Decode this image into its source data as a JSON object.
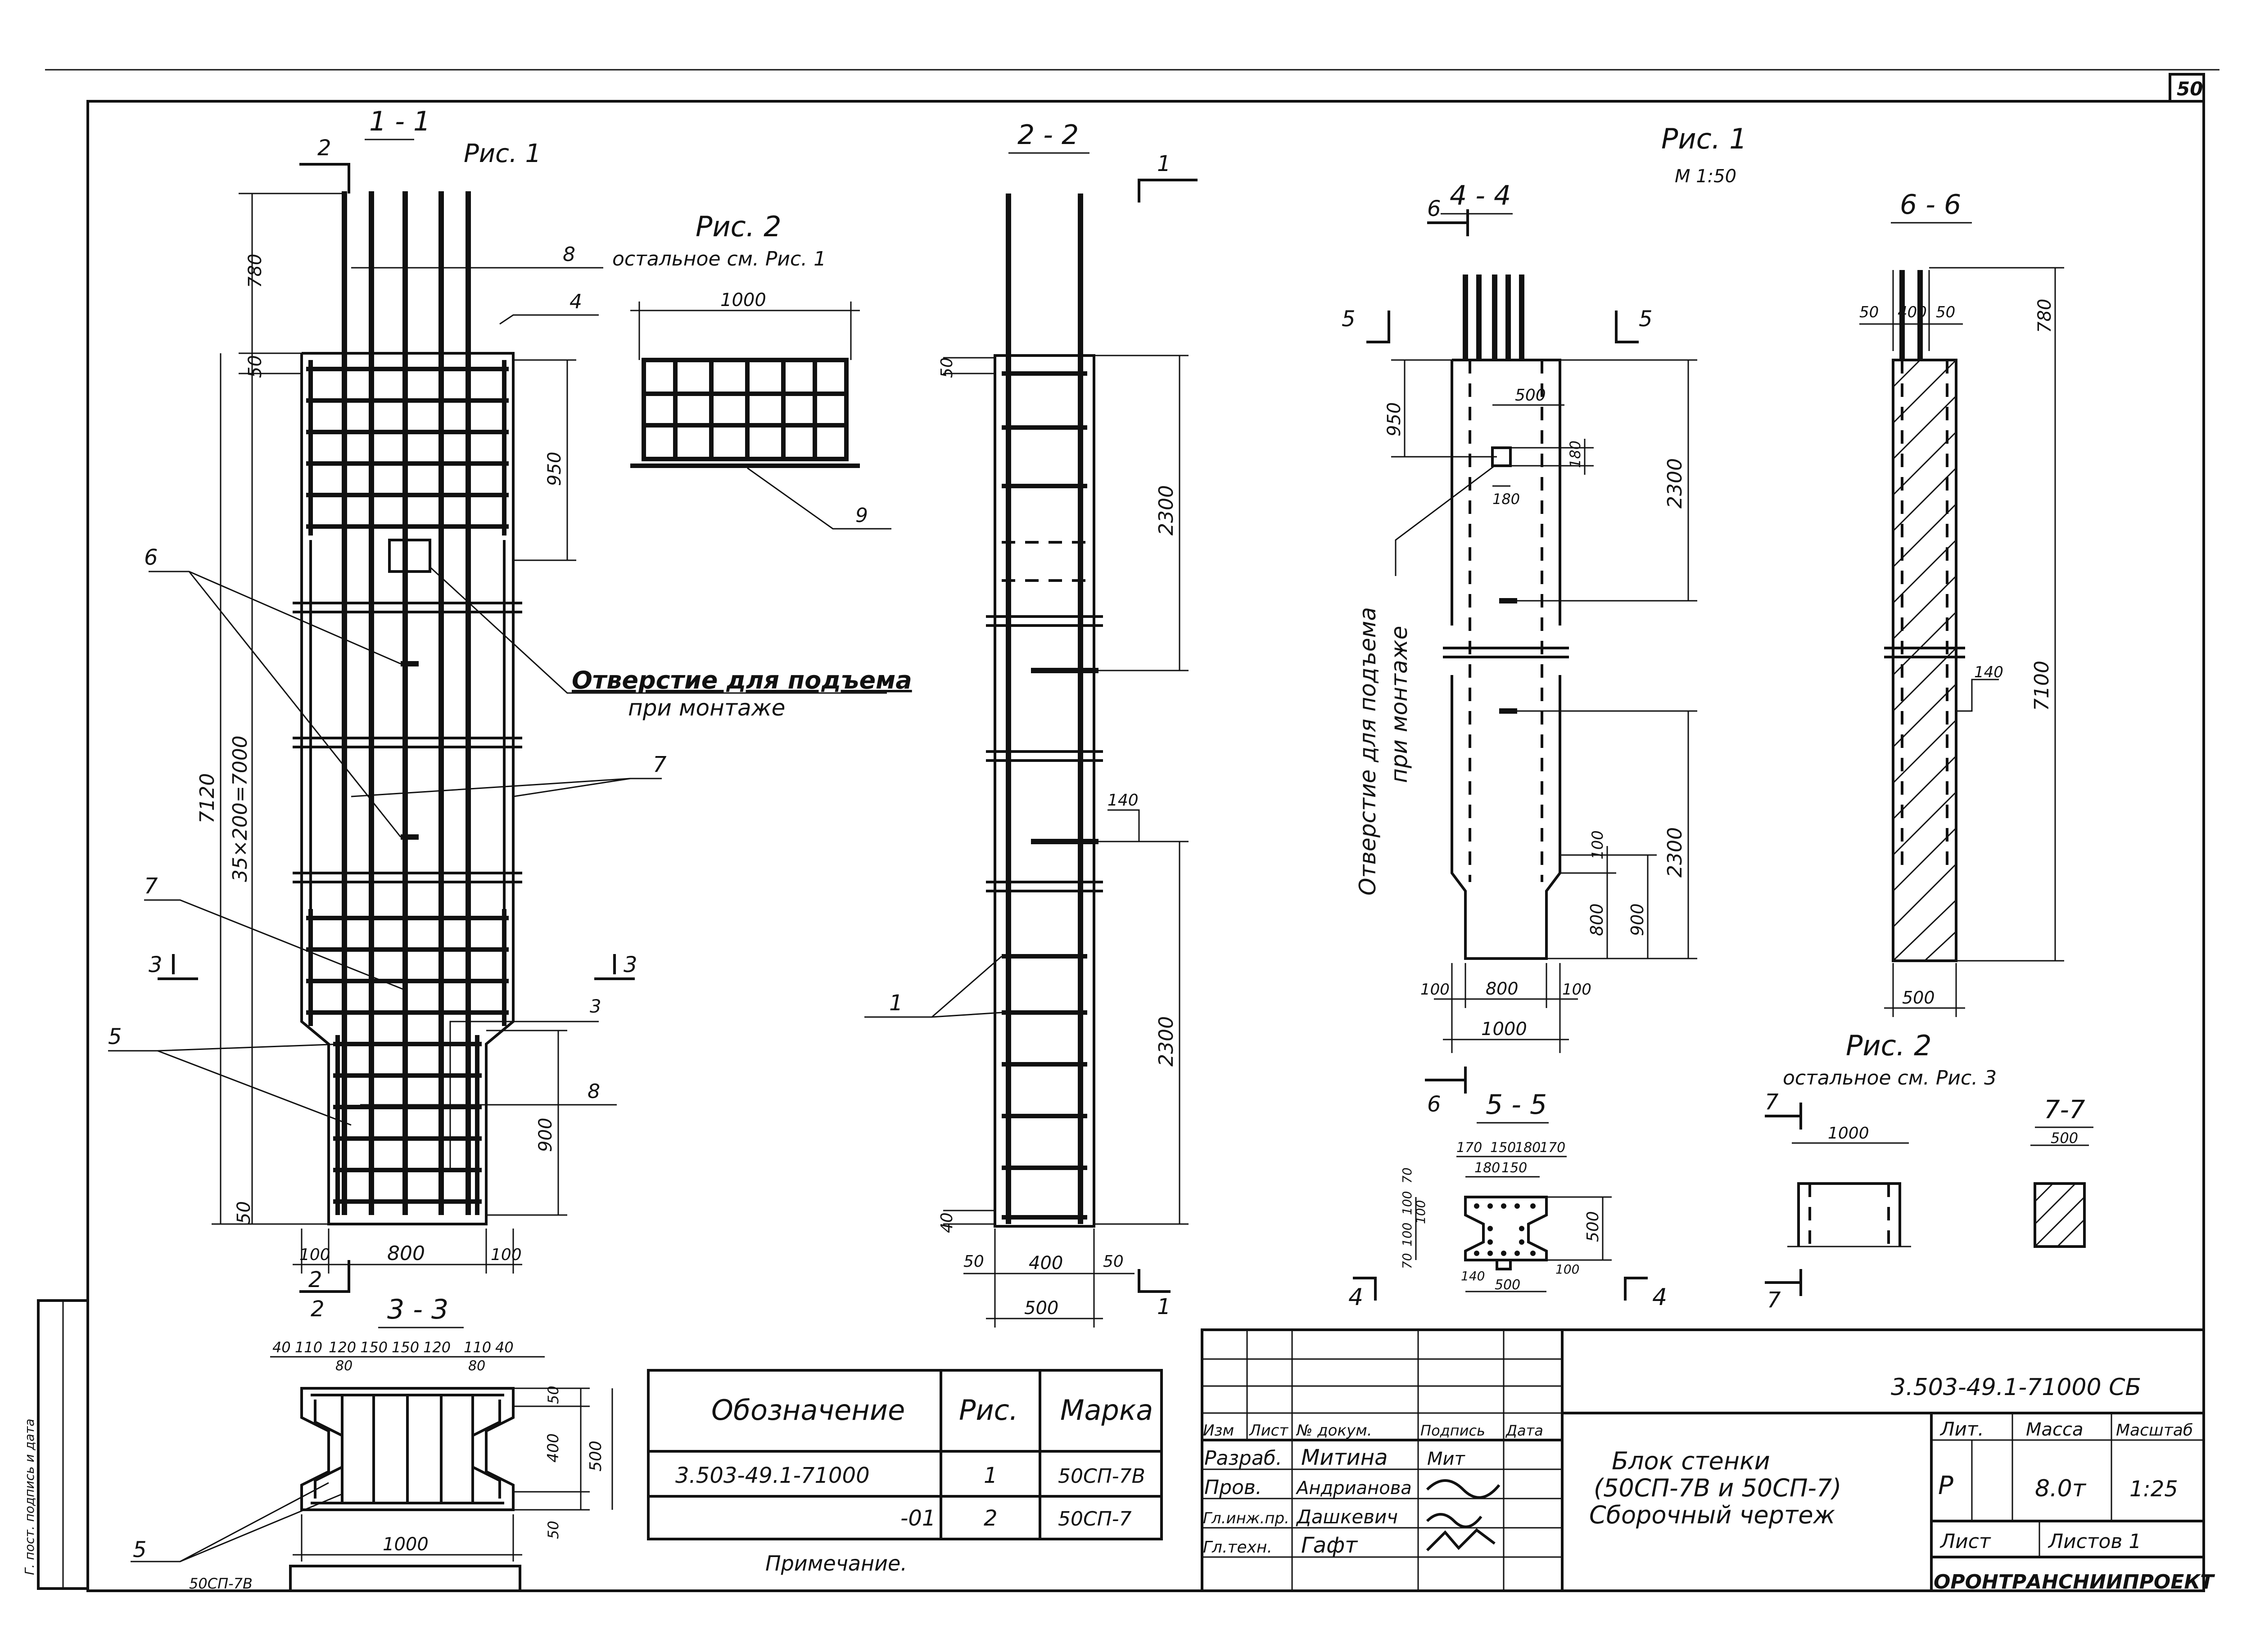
{
  "sheet": {
    "number": "50",
    "doc_code": "3.503-49.1-71000 СБ"
  },
  "section_1_1": {
    "title": "1 - 1",
    "fig": "Рис. 1",
    "cut_mark_2": "2",
    "dims": {
      "d780": "780",
      "d50": "50",
      "d950": "950",
      "d7120": "7120",
      "d35x200": "35×200=7000",
      "d900": "900",
      "d50b": "50",
      "d100a": "100",
      "d800": "800",
      "d100b": "100"
    },
    "callouts": {
      "c8": "8",
      "c4": "4",
      "c6": "6",
      "c7": "7",
      "c7b": "7",
      "c5": "5",
      "c3": "3",
      "c8b": "8"
    },
    "cut_3_left": "3",
    "cut_3_right": "3",
    "hole_label": "Отверстие для подъема",
    "hole_label_2": "при монтаже"
  },
  "fig2_top": {
    "title": "Рис. 2",
    "subtitle": "остальное см. Рис. 1",
    "dim": "1000",
    "callout": "9"
  },
  "section_2_2": {
    "title": "2 - 2",
    "cut_mark_1": "1",
    "dims": {
      "d50": "50",
      "d2300a": "2300",
      "d140": "140",
      "d2300b": "2300",
      "d40": "40",
      "d50a": "50",
      "d400": "400",
      "d50b": "50",
      "d500": "500"
    },
    "callout": "1",
    "cut_mark_1b": "1"
  },
  "fig1_header": {
    "title": "Рис. 1",
    "scale": "М 1:50"
  },
  "section_4_4": {
    "title": "4 - 4",
    "cut_6": "6",
    "cut_5a": "5",
    "cut_5b": "5",
    "dims": {
      "d950": "950",
      "d500": "500",
      "d180a": "180",
      "d180b": "180",
      "d2300a": "2300",
      "d2300b": "2300",
      "d100": "100",
      "d800v": "800",
      "d900": "900",
      "d100a": "100",
      "d800": "800",
      "d100b": "100",
      "d1000": "1000"
    },
    "hole_label": "Отверстие для подъема",
    "hole_label_2": "при монтаже",
    "cut_6b": "6"
  },
  "section_6_6": {
    "title": "6 - 6",
    "dims": {
      "d50a": "50",
      "d400": "400",
      "d50b": "50",
      "d780": "780",
      "d140": "140",
      "d7100": "7100",
      "d500": "500"
    }
  },
  "section_5_5": {
    "title": "5 - 5",
    "dims": {
      "d170": "170",
      "d150a": "150",
      "d180a": "180",
      "d170b": "170",
      "d180b": "180",
      "d150b": "150",
      "d70a": "70",
      "d100a": "100",
      "d100b": "100",
      "d100c": "100",
      "d70b": "70",
      "d500v": "500",
      "d140": "140",
      "d500": "500",
      "d100d": "100"
    },
    "cut_4a": "4",
    "cut_4b": "4"
  },
  "fig2_right": {
    "title": "Рис. 2",
    "subtitle": "остальное см. Рис. 3",
    "cut_7": "7",
    "dim": "1000",
    "cut_7b": "7"
  },
  "section_7_7": {
    "title": "7-7",
    "dim": "500"
  },
  "section_3_3": {
    "title": "3 - 3",
    "cut_2": "2",
    "dims": {
      "d40a": "40",
      "d110a": "110",
      "d120a": "120",
      "d150a": "150",
      "d150b": "150",
      "d120b": "120",
      "d110b": "110",
      "d40b": "40",
      "d80a": "80",
      "d80b": "80",
      "d50a": "50",
      "d400": "400",
      "d500": "500",
      "d50b": "50",
      "d1000": "1000"
    },
    "callout": "5",
    "mark_label": "50СП-7В"
  },
  "spec_table": {
    "headers": [
      "Обозначение",
      "Рис.",
      "Марка"
    ],
    "rows": [
      [
        "3.503-49.1-71000",
        "1",
        "50СП-7В"
      ],
      [
        "-01",
        "2",
        "50СП-7"
      ]
    ],
    "note": "Примечание."
  },
  "title_block": {
    "col_headers": [
      "Изм",
      "Лист",
      "№ докум.",
      "Подпись",
      "Дата"
    ],
    "roles": [
      {
        "role": "Разраб.",
        "name": "Митина"
      },
      {
        "role": "Пров.",
        "name": "Андрианова"
      },
      {
        "role": "Гл.инж.пр.",
        "name": "Дашкевич"
      },
      {
        "role": "Гл.техн.",
        "name": "Гафт"
      }
    ],
    "sign_1": "Мит",
    "name_line1": "Блок стенки",
    "name_line2": "(50СП-7В и 50СП-7)",
    "name_line3": "Сборочный чертеж",
    "lit_header": "Лит.",
    "mass_header": "Масса",
    "scale_header": "Масштаб",
    "lit": "Р",
    "mass": "8.0т",
    "scale": "1:25",
    "sheet_label": "Лист",
    "sheets_label": "Листов 1",
    "org": "ОРОНТРАНСНИИПРОЕКТ"
  },
  "side_stamp": "Г. пост. подпись и дата"
}
